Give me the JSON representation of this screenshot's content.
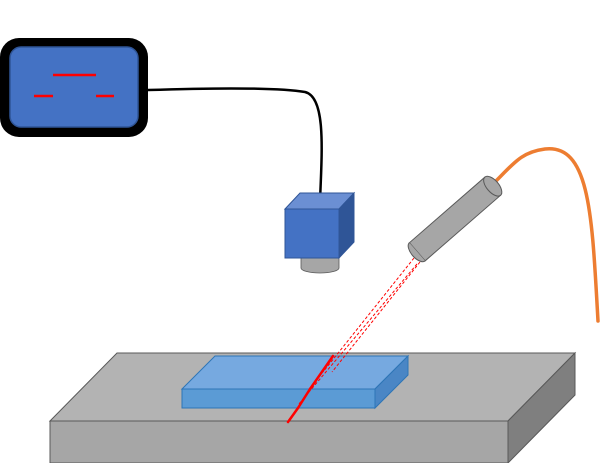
{
  "colors": {
    "background": "#ffffff",
    "monitor_bezel": "#000000",
    "monitor_screen": "#4472c4",
    "monitor_screen_edge": "#2f5597",
    "monitor_readout": "#ff0000",
    "camera_cable": "#000000",
    "camera_front": "#4472c4",
    "camera_top": "#6b8fd3",
    "camera_side": "#2f5597",
    "camera_lens": "#a6a6a6",
    "laser_body": "#a6a6a6",
    "laser_body_edge": "#595959",
    "fiber": "#ed7d31",
    "laser_beam": "#ff0000",
    "stage_top": "#b3b3b3",
    "stage_front": "#a6a6a6",
    "stage_side": "#7f7f7f",
    "stage_edge": "#595959",
    "sample_top": "#76a9e0",
    "sample_front": "#5b9bd5",
    "sample_side": "#4a86c5",
    "sample_edge": "#2e75b6"
  },
  "components": {
    "monitor": "monitor-icon",
    "camera": "camera-icon",
    "laser": "laser-head-icon",
    "fiber": "optical-fiber",
    "stage": "stage-platform",
    "sample": "sample-slab"
  }
}
